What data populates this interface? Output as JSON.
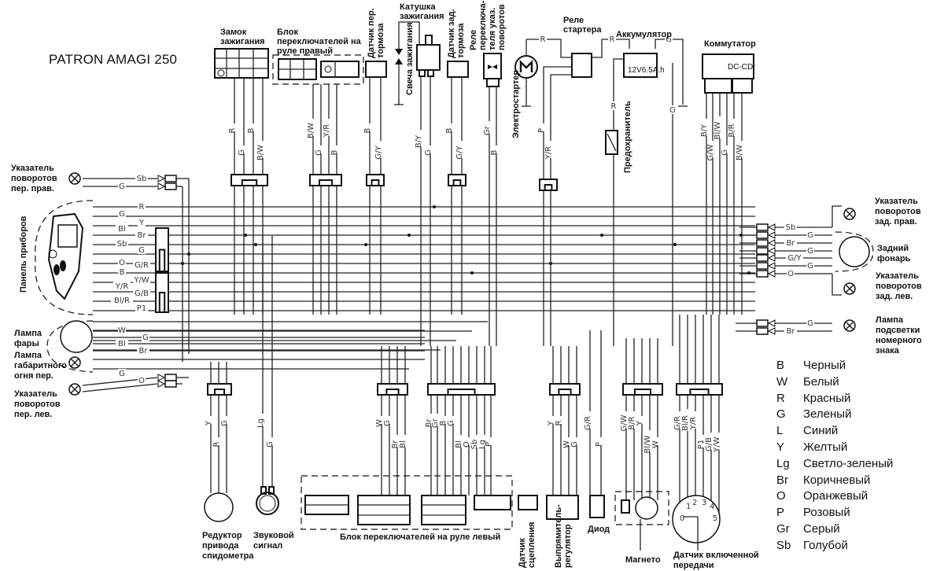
{
  "title": "PATRON AMAGI 250",
  "components": {
    "ignition_switch": "Замок зажигания",
    "right_switch_block": "Блок переключателей на руле правый",
    "front_brake_sensor": "Датчик пер. тормоза",
    "ignition_coil": "Катушка зажигания",
    "spark_plug": "Свеча зажигания",
    "rear_brake_sensor": "Датчик зад. тормоза",
    "turn_relay": "Реле переключа-теля указ. поворотов",
    "starter_motor": "Электростартер",
    "starter_relay": "Реле стартера",
    "battery": "Аккумулятор",
    "battery_rating": "12V6.5A.h",
    "fuse": "Предохранитель",
    "cdi": "Коммутатор",
    "cdi_label": "DC-CDI",
    "front_right_turn": "Указатель поворотов пер. прав.",
    "instrument_panel": "Панель приборов",
    "headlamp": "Лампа фары",
    "front_position_lamp": "Лампа габаритного огня пер.",
    "front_left_turn": "Указатель поворотов пер. лев.",
    "rear_right_turn": "Указатель поворотов зад. прав.",
    "tail_lamp": "Задний фонарь",
    "rear_left_turn": "Указатель поворотов зад. лев.",
    "plate_lamp": "Лампа подсветки номерного знака",
    "speedo_drive": "Редуктор привода спидометра",
    "horn": "Звуковой сигнал",
    "left_switch_block": "Блок переключателей на руле левый",
    "clutch_sensor": "Датчик сцепления",
    "rectifier": "Выпрямитель-регулятор",
    "diode": "Диод",
    "magneto": "Магнето",
    "gear_sensor": "Датчик включенной передачи"
  },
  "wires": {
    "ignition_switch": [
      "R",
      "G",
      "B",
      "B/W"
    ],
    "right_switch": [
      "B/W",
      "G",
      "Y/R",
      "B"
    ],
    "front_brake": [
      "B",
      "G/Y"
    ],
    "coil": [
      "B/Y",
      "G"
    ],
    "rear_brake": [
      "B",
      "G/Y"
    ],
    "turn_relay": [
      "Gr",
      "B"
    ],
    "starter": [
      "P",
      "Y/R"
    ],
    "starter_top": "R",
    "battery_pos": "R",
    "battery_neg": "G",
    "fuse": "R",
    "battery_ground": "G",
    "cdi": [
      "B/Y",
      "G/W",
      "Bl/W",
      "G",
      "B/R",
      "B/W"
    ],
    "front_right_turn": [
      "Sb",
      "G"
    ],
    "panel": [
      "R",
      "G",
      "Y",
      "Bl",
      "Br",
      "Sb",
      "G",
      "O",
      "G/R",
      "B",
      "Y/W",
      "Y/R",
      "G/B",
      "Bl/R",
      "P1"
    ],
    "headlamp": [
      "W",
      "G",
      "Bl",
      "Br"
    ],
    "front_left_turn": [
      "G",
      "O"
    ],
    "rear": [
      "Sb",
      "G",
      "Br",
      "G",
      "G/Y",
      "G",
      "O"
    ],
    "plate": [
      "G",
      "Br"
    ],
    "speedo": [
      "Y",
      "R",
      "G"
    ],
    "horn": [
      "Lg",
      "G"
    ],
    "left_switch_a": [
      "W",
      "G",
      "Br",
      "Bl"
    ],
    "left_switch_b": [
      "Br",
      "Gr",
      "B",
      "G",
      "Bl",
      "O",
      "Sb",
      "Lg",
      "P"
    ],
    "rectifier": [
      "Y",
      "R",
      "W",
      "G"
    ],
    "diode": [
      "G/R",
      "P"
    ],
    "magneto": [
      "G/W",
      "B/R",
      "Y",
      "Bl/W",
      "W"
    ],
    "gear": [
      "G/R",
      "Bl/R",
      "Y/R",
      "P1",
      "G/B",
      "Y/W"
    ],
    "gear_pins": [
      "0",
      "1",
      "2",
      "3",
      "4",
      "5"
    ]
  },
  "legend": [
    {
      "code": "B",
      "name": "Черный"
    },
    {
      "code": "W",
      "name": "Белый"
    },
    {
      "code": "R",
      "name": "Красный"
    },
    {
      "code": "G",
      "name": "Зеленый"
    },
    {
      "code": "L",
      "name": "Синий"
    },
    {
      "code": "Y",
      "name": "Желтый"
    },
    {
      "code": "Lg",
      "name": "Светло-зеленый"
    },
    {
      "code": "Br",
      "name": "Коричневый"
    },
    {
      "code": "O",
      "name": "Оранжевый"
    },
    {
      "code": "P",
      "name": "Розовый"
    },
    {
      "code": "Gr",
      "name": "Серый"
    },
    {
      "code": "Sb",
      "name": "Голубой"
    }
  ]
}
